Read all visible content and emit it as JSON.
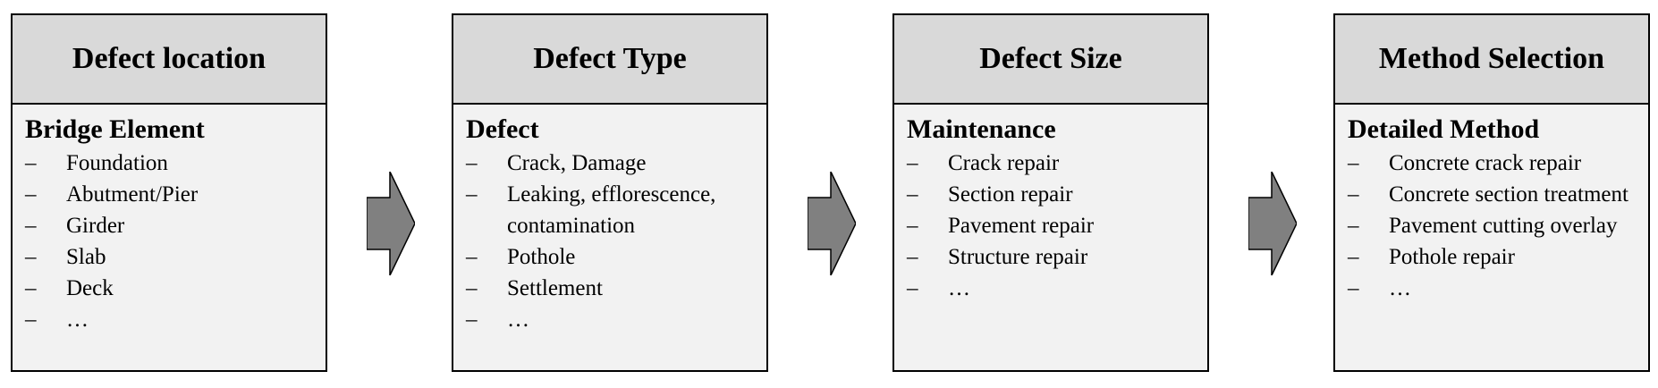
{
  "stages": [
    {
      "title": "Defect location",
      "subtitle": "Bridge Element",
      "items": [
        "Foundation",
        "Abutment/Pier",
        "Girder",
        "Slab",
        "Deck",
        "…"
      ]
    },
    {
      "title": "Defect Type",
      "subtitle": "Defect",
      "items": [
        "Crack, Damage",
        "Leaking, efflorescence, contamination",
        "Pothole",
        "Settlement",
        "…"
      ]
    },
    {
      "title": "Defect Size",
      "subtitle": "Maintenance",
      "items": [
        "Crack repair",
        "Section repair",
        "Pavement repair",
        "Structure repair",
        "…"
      ]
    },
    {
      "title": "Method Selection",
      "subtitle": "Detailed Method",
      "items": [
        "Concrete crack repair",
        "Concrete section treatment",
        "Pavement cutting overlay",
        "Pothole repair",
        "…"
      ]
    }
  ],
  "bullet": "–",
  "colors": {
    "header_fill": "#d9d9d9",
    "body_fill": "#f2f2f2",
    "arrow_fill": "#808080",
    "border": "#000000"
  }
}
